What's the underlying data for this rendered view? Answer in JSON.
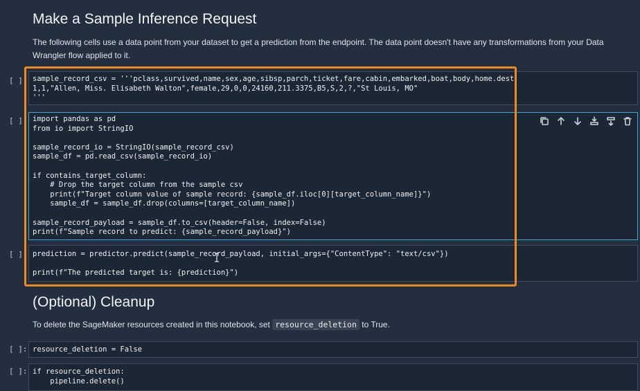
{
  "section1": {
    "title": "Make a Sample Inference Request",
    "description": "The following cells use a data point from your dataset to get a prediction from the endpoint. The data point doesn't have any transformations from your Data Wrangler flow applied to it."
  },
  "cells": [
    {
      "prompt": "[ ]:",
      "lines": [
        "sample_record_csv = '''pclass,survived,name,sex,age,sibsp,parch,ticket,fare,cabin,embarked,boat,body,home.dest",
        "1,1,\"Allen, Miss. Elisabeth Walton\",female,29,0,0,24160,211.3375,B5,S,2,?,\"St Louis, MO\"",
        "'''"
      ]
    },
    {
      "prompt": "[ ]:",
      "lines": [
        "import pandas as pd",
        "from io import StringIO",
        "",
        "sample_record_io = StringIO(sample_record_csv)",
        "sample_df = pd.read_csv(sample_record_io)",
        "",
        "if contains_target_column:",
        "    # Drop the target column from the sample csv",
        "    print(f\"Target column value of sample record: {sample_df.iloc[0][target_column_name]}\")",
        "    sample_df = sample_df.drop(columns=[target_column_name])",
        "",
        "sample_record_payload = sample_df.to_csv(header=False, index=False)",
        "print(f\"Sample record to predict: {sample_record_payload}\")"
      ]
    },
    {
      "prompt": "[ ]:",
      "lines": [
        "prediction = predictor.predict(sample_record_payload, initial_args={\"ContentType\": \"text/csv\"})",
        "",
        "print(f\"The predicted target is: {prediction}\")"
      ]
    },
    {
      "prompt": "[ ]:",
      "lines": [
        "resource_deletion = False"
      ]
    },
    {
      "prompt": "[ ]:",
      "lines": [
        "if resource_deletion:",
        "    pipeline.delete()"
      ]
    }
  ],
  "section2": {
    "title": "(Optional) Cleanup",
    "text_before": "To delete the SageMaker resources created in this notebook, set ",
    "inline_code": "resource_deletion",
    "text_after": " to True."
  },
  "toolbar": {
    "icons": [
      "copy-icon",
      "arrow-up-icon",
      "arrow-down-icon",
      "insert-above-icon",
      "insert-below-icon",
      "trash-icon"
    ]
  },
  "colors": {
    "background": "#232f3e",
    "cell_background": "#1c2735",
    "active_cell_border": "#3aa8d8",
    "highlight_border": "#f08a1c"
  }
}
